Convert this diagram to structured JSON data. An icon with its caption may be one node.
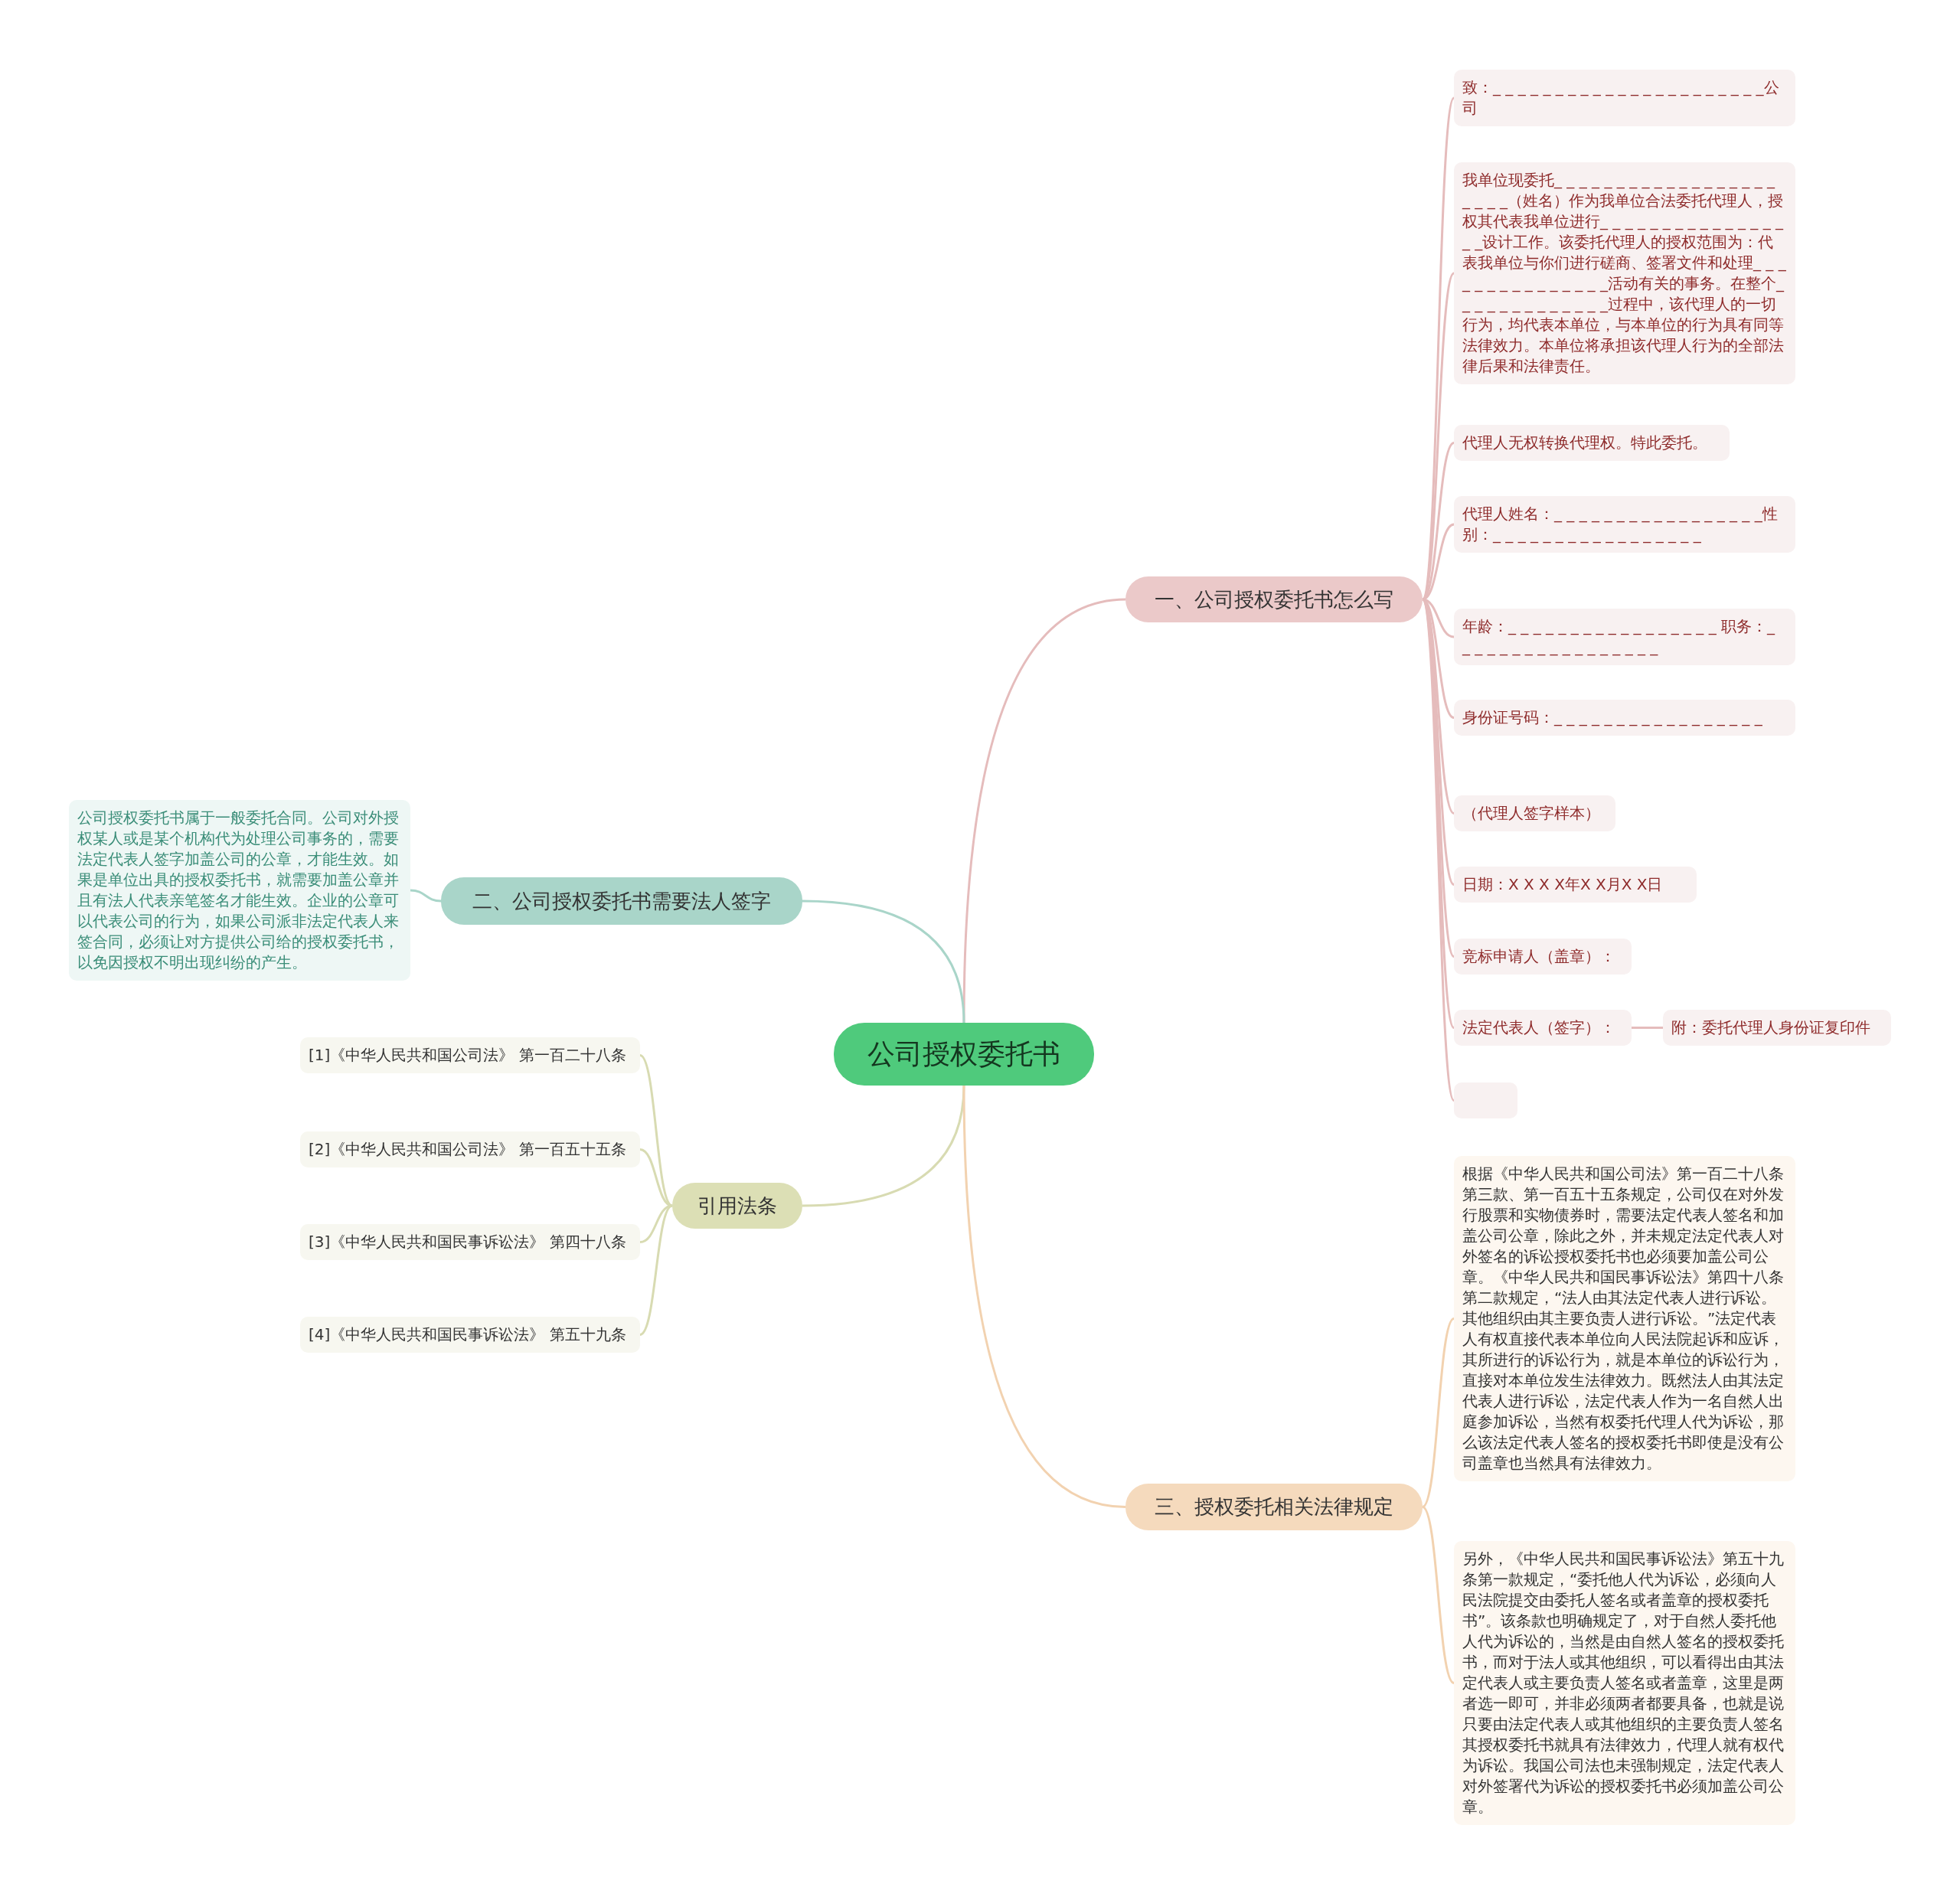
{
  "diagram": {
    "nodes": [
      {
        "text": [
          "公司授权委托书"
        ]
      },
      {
        "text": [
          "一、公司授权委托书怎么写"
        ]
      },
      {
        "text": [
          "致：_ _ _ _ _ _ _ _ _ _ _ _ _ _ _ _ _ _ _ _ _ _公司"
        ]
      },
      {
        "text": [
          "我单位现委托_ _ _ _ _ _ _ _ _ _ _ _ _ _ _ _ _ _ _ _ _ _（姓名）作为我单位合法委托代理人，授权其代表我单位进行_ _ _ _ _ _ _ _ _ _ _ _ _ _ _ _ _设计工作。该委托代理人的授权范围为：代表我单位与你们进行磋商、签署文件和处理_ _ _ _ _ _ _ _ _ _ _ _ _ _ _活动有关的事务。在整个_ _ _ _ _ _ _ _ _ _ _ _ _过程中，该代理人的一切行为，均代表本单位，与本单位的行为具有同等法律效力。本单位将承担该代理人行为的全部法律后果和法律责任。"
        ]
      },
      {
        "text": [
          "代理人无权转换代理权。特此委托。"
        ]
      },
      {
        "text": [
          "代理人姓名：_ _ _ _ _ _ _ _ _ _ _ _ _ _ _ _ _性别：_ _ _ _ _ _ _ _ _ _ _ _ _ _ _ _ _"
        ]
      },
      {
        "text": [
          "年龄：_ _ _ _ _ _ _ _ _ _ _ _ _ _ _ _ _ 职务：_ _ _ _ _ _ _ _ _ _ _ _ _ _ _ _ _"
        ]
      },
      {
        "text": [
          "身份证号码：_ _ _ _ _ _ _ _ _ _ _ _ _ _ _ _ _"
        ]
      },
      {
        "text": [
          "（代理人签字样本）"
        ]
      },
      {
        "text": [
          "日期：X X X X年X X月X X日"
        ]
      },
      {
        "text": [
          "竞标申请人（盖章）："
        ]
      },
      {
        "text": [
          "法定代表人（签字）："
        ]
      },
      {
        "text": [
          "附：委托代理人身份证复印件"
        ]
      },
      {
        "text": [],
        "shape": "box"
      },
      {
        "text": [
          "二、公司授权委托书需要法人签字"
        ]
      },
      {
        "text": [
          "公司授权委托书属于一般委托合同。公司对外授权某人或是某个机构代为处理公司事务的，需要法定代表人签字加盖公司的公章，才能生效。如果是单位出具的授权委托书，就需要加盖公章并且有法人代表亲笔签名才能生效。企业的公章可以代表公司的行为，如果公司派非法定代表人来签合同，必须让对方提供公司给的授权委托书，以免因授权不明出现纠纷的产生。"
        ]
      },
      {
        "text": [
          "引用法条"
        ]
      },
      {
        "text": [
          "[1]《中华人民共和国公司法》 第一百二十八条"
        ]
      },
      {
        "text": [
          "[2]《中华人民共和国公司法》 第一百五十五条"
        ]
      },
      {
        "text": [
          "[3]《中华人民共和国民事诉讼法》 第四十八条"
        ]
      },
      {
        "text": [
          "[4]《中华人民共和国民事诉讼法》 第五十九条"
        ]
      },
      {
        "text": [
          "三、授权委托相关法律规定"
        ]
      },
      {
        "text": [
          "根据《中华人民共和国公司法》第一百二十八条第三款、第一百五十五条规定，公司仅在对外发行股票和实物债券时，需要法定代表人签名和加盖公司公章，除此之外，并未规定法定代表人对外签名的诉讼授权委托书也必须要加盖公司公章。《中华人民共和国民事诉讼法》第四十八条第二款规定，“法人由其法定代表人进行诉讼。其他组织由其主要负责人进行诉讼。”法定代表人有权直接代表本单位向人民法院起诉和应诉，其所进行的诉讼行为，就是本单位的诉讼行为，直接对本单位发生法律效力。既然法人由其法定代表人进行诉讼，法定代表人作为一名自然人出庭参加诉讼，当然有权委托代理人代为诉讼，那么该法定代表人签名的授权委托书即使是没有公司盖章也当然具有法律效力。"
        ]
      },
      {
        "text": [
          "另外，《中华人民共和国民事诉讼法》第五十九条第一款规定，“委托他人代为诉讼，必须向人民法院提交由委托人签名或者盖章的授权委托书”。该条款也明确规定了，对于自然人委托他人代为诉讼的，当然是由自然人签名的授权委托书，而对于法人或其他组织，可以看得出由其法定代表人或主要负责人签名或者盖章，这里是两者选一即可，并非必须两者都要具备，也就是说只要由法定代表人或其他组织的主要负责人签名其授权委托书就具有法律效力，代理人就有权代为诉讼。我国公司法也未强制规定，法定代表人对外签署代为诉讼的授权委托书必须加盖公司公章。"
        ]
      }
    ],
    "edges": [
      {
        "from": 0,
        "to": 1,
        "arrow": "none"
      },
      {
        "from": 1,
        "to": 2,
        "arrow": "none"
      },
      {
        "from": 1,
        "to": 3,
        "arrow": "none"
      },
      {
        "from": 1,
        "to": 4,
        "arrow": "none"
      },
      {
        "from": 1,
        "to": 5,
        "arrow": "none"
      },
      {
        "from": 1,
        "to": 6,
        "arrow": "none"
      },
      {
        "from": 1,
        "to": 7,
        "arrow": "none"
      },
      {
        "from": 1,
        "to": 8,
        "arrow": "none"
      },
      {
        "from": 1,
        "to": 9,
        "arrow": "none"
      },
      {
        "from": 1,
        "to": 10,
        "arrow": "none"
      },
      {
        "from": 1,
        "to": 11,
        "arrow": "none"
      },
      {
        "from": 11,
        "to": 12,
        "arrow": "none"
      },
      {
        "from": 1,
        "to": 13,
        "arrow": "none"
      },
      {
        "from": 0,
        "to": 14,
        "arrow": "none",
        "color": "#a9d5c9"
      },
      {
        "from": 14,
        "to": 15,
        "arrow": "none",
        "color": "#a9d5c9"
      },
      {
        "from": 0,
        "to": 16,
        "arrow": "none",
        "color": "#d8dbb2"
      },
      {
        "from": 16,
        "to": 17,
        "arrow": "none",
        "color": "#d8dbb2"
      },
      {
        "from": 16,
        "to": 18,
        "arrow": "none",
        "color": "#d8dbb2"
      },
      {
        "from": 16,
        "to": 19,
        "arrow": "none",
        "color": "#d8dbb2"
      },
      {
        "from": 16,
        "to": 20,
        "arrow": "none",
        "color": "#d8dbb2"
      },
      {
        "from": 0,
        "to": 21,
        "arrow": "none",
        "color": "#f2d2b0"
      },
      {
        "from": 21,
        "to": 22,
        "arrow": "none",
        "color": "#f2d2b0"
      },
      {
        "from": 21,
        "to": 23,
        "arrow": "none",
        "color": "#f2d2b0"
      }
    ]
  }
}
